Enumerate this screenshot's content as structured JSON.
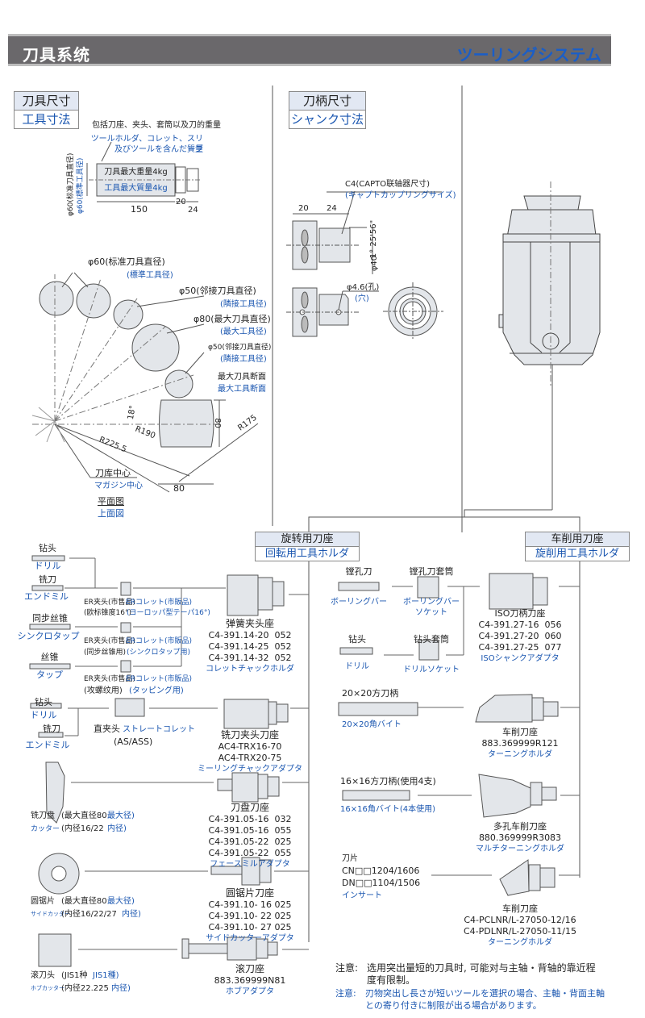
{
  "header": {
    "title_cn": "刀具系统",
    "title_jp": "ツーリングシステム"
  },
  "tool_dims": {
    "label_cn": "刀具尺寸",
    "label_jp": "工具寸法",
    "weight_note_cn": "包括刀座、夹头、套筒以及刀的重量",
    "weight_note_jp_1": "ツールホルダ、コレット、スリーブ",
    "weight_note_jp_2": "及びツールを含んだ質量",
    "max_weight_cn": "刀具最大重量4kg",
    "max_weight_jp": "工具最大質量4kg",
    "std_dia_vertical_cn": "φ60(标准刀具直径)",
    "std_dia_vertical_jp": "φ60(標準工具径)",
    "dim_150": "150",
    "dim_20": "20",
    "dim_24": "24",
    "phi60_cn": "φ60(标准刀具直径)",
    "phi60_jp": "(標準工具径)",
    "phi50a_cn": "φ50(邻接刀具直径)",
    "phi50a_jp": "(隣接工具径)",
    "phi80_cn": "φ80(最大刀具直径)",
    "phi80_jp": "(最大工具径)",
    "phi50b_cn": "φ50(邻接刀具直径)",
    "phi50b_jp": "(隣接工具径)",
    "max_section_cn": "最大刀具断面",
    "max_section_jp": "最大工具断面",
    "angle": "18°",
    "r190": "R190",
    "r2255": "R225.5",
    "r175": "R175",
    "dim_80_v": "80",
    "dim_80_h": "80",
    "magazine_center_cn": "刀库中心",
    "magazine_center_jp": "マガジン中心",
    "plan_view_cn": "平面图",
    "plan_view_jp": "上面図"
  },
  "shank_dims": {
    "label_cn": "刀柄尺寸",
    "label_jp": "シャンク寸法",
    "capto_cn": "C4(CAPTO联轴器尺寸)",
    "capto_jp": "(キャプトカップリングサイズ)",
    "dim_20": "20",
    "dim_24": "24",
    "angle": "1° 25'56\"",
    "phi40": "φ40",
    "hole_cn": "φ4.6(孔)",
    "hole_jp": "(穴)"
  },
  "groups": {
    "rotary": {
      "cn": "旋转用刀座",
      "jp": "回転用工具ホルダ"
    },
    "turning": {
      "cn": "车削用刀座",
      "jp": "旋削用工具ホルダ"
    }
  },
  "left_tools": {
    "drill": {
      "cn": "钻头",
      "jp": "ドリル"
    },
    "endmill": {
      "cn": "铣刀",
      "jp": "エンドミル"
    },
    "synchro_tap": {
      "cn": "同步丝锥",
      "jp": "シンクロタップ"
    },
    "tap": {
      "cn": "丝锥",
      "jp": "タップ"
    },
    "collet1": {
      "cn1": "ER夹头(市售品)",
      "cn2": "(欧标锥度16°)",
      "jp1": "ERコレット(市販品)",
      "jp2": "(ヨーロッパ型テーパ16°)"
    },
    "collet2": {
      "cn1": "ER夹头(市售品)",
      "cn2": "(同步丝锥用)",
      "jp1": "ERコレット(市販品)",
      "jp2": "(シンクロタップ用)"
    },
    "collet3": {
      "cn1": "ER夹头(市售品)",
      "cn2": "(攻螺纹用)",
      "jp1": "ERコレット(市販品)",
      "jp2": "(タッピング用)"
    },
    "drill2": {
      "cn": "钻头",
      "jp": "ドリル"
    },
    "endmill2": {
      "cn": "铣刀",
      "jp": "エンドミル"
    },
    "straight_collet": {
      "cn": "直夹头",
      "jp": "ストレートコレット",
      "sub": "(AS/ASS)"
    },
    "cutter": {
      "cn": "铣刀盘",
      "jp": "カッター",
      "spec1_cn": "(最大直径80",
      "spec1_jp": "最大径)",
      "spec2_cn": "(内径16/22",
      "spec2_jp": "内径)"
    },
    "side_cutter": {
      "cn": "圆锯片",
      "jp": "サイドカッター",
      "spec1_cn": "(最大直径80",
      "spec1_jp": "最大径)",
      "spec2_cn": "(内径16/22/27",
      "spec2_jp": "内径)"
    },
    "hob": {
      "cn": "滚刀头",
      "jp": "ホブカッター",
      "spec1_cn": "(JIS1种",
      "spec1_jp": "JIS1種)",
      "spec2_cn": "(内径22.225",
      "spec2_jp": "内径)"
    }
  },
  "rotary_holders": [
    {
      "cn": "弹簧夹头座",
      "models": [
        "C4-391.14-20  052",
        "C4-391.14-25  052",
        "C4-391.14-32  052"
      ],
      "jp": "コレットチャックホルダ"
    },
    {
      "cn": "铣刀夹头刀座",
      "models": [
        "AC4-TRX16-70",
        "AC4-TRX20-75"
      ],
      "jp": "ミーリングチャックアダプタ"
    },
    {
      "cn": "刀盘刀座",
      "models": [
        "C4-391.05-16  032",
        "C4-391.05-16  055",
        "C4-391.05-22  025",
        "C4-391.05-22  055"
      ],
      "jp": "フェースミルアダプタ"
    },
    {
      "cn": "圆锯片刀座",
      "models": [
        "C4-391.10- 16 025",
        "C4-391.10- 22 025",
        "C4-391.10- 27 025"
      ],
      "jp": "サイドカッターアダプタ"
    },
    {
      "cn": "滚刀座",
      "models": [
        "883.369999N81"
      ],
      "jp": "ホブアダプタ"
    }
  ],
  "turning_tools": {
    "boring_bar": {
      "cn": "镗孔刀",
      "jp": "ボーリングバー"
    },
    "boring_socket": {
      "cn": "镗孔刀套筒",
      "jp1": "ボーリングバー",
      "jp2": "ソケット"
    },
    "drill": {
      "cn": "钻头",
      "jp": "ドリル"
    },
    "drill_socket": {
      "cn": "钻头套筒",
      "jp": "ドリルソケット"
    },
    "bite20": {
      "cn": "20×20方刀柄",
      "jp": "20×20角バイト"
    },
    "bite16": {
      "cn": "16×16方刀柄(使用4支)",
      "jp": "16×16角バイト(4本使用)"
    },
    "insert": {
      "cn": "刀片",
      "m1": "CN□□1204/1606",
      "m2": "DN□□1104/1506",
      "jp": "インサート"
    }
  },
  "turning_holders": [
    {
      "cn": "ISO刀柄刀座",
      "models": [
        "C4-391.27-16  056",
        "C4-391.27-20  060",
        "C4-391.27-25  077"
      ],
      "jp": "ISOシャンクアダプタ"
    },
    {
      "cn": "车削刀座",
      "models": [
        "883.369999R121"
      ],
      "jp": "ターニングホルダ"
    },
    {
      "cn": "多孔车削刀座",
      "models": [
        "880.369999R3083"
      ],
      "jp": "マルチターニングホルダ"
    },
    {
      "cn": "车削刀座",
      "models": [
        "C4-PCLNR/L-27050-12/16",
        "C4-PDLNR/L-27050-11/15"
      ],
      "jp": "ターニングホルダ"
    }
  ],
  "notes": {
    "cn_label": "注意:",
    "cn_1": "选用突出量短的刀具时, 可能对与主轴・背轴的靠近程",
    "cn_2": "度有限制。",
    "jp_label": "注意:",
    "jp_1": "刃物突出し長さが短いツールを選択の場合、主軸・背面主軸",
    "jp_2": "との寄り付きに制限が出る場合があります。"
  }
}
